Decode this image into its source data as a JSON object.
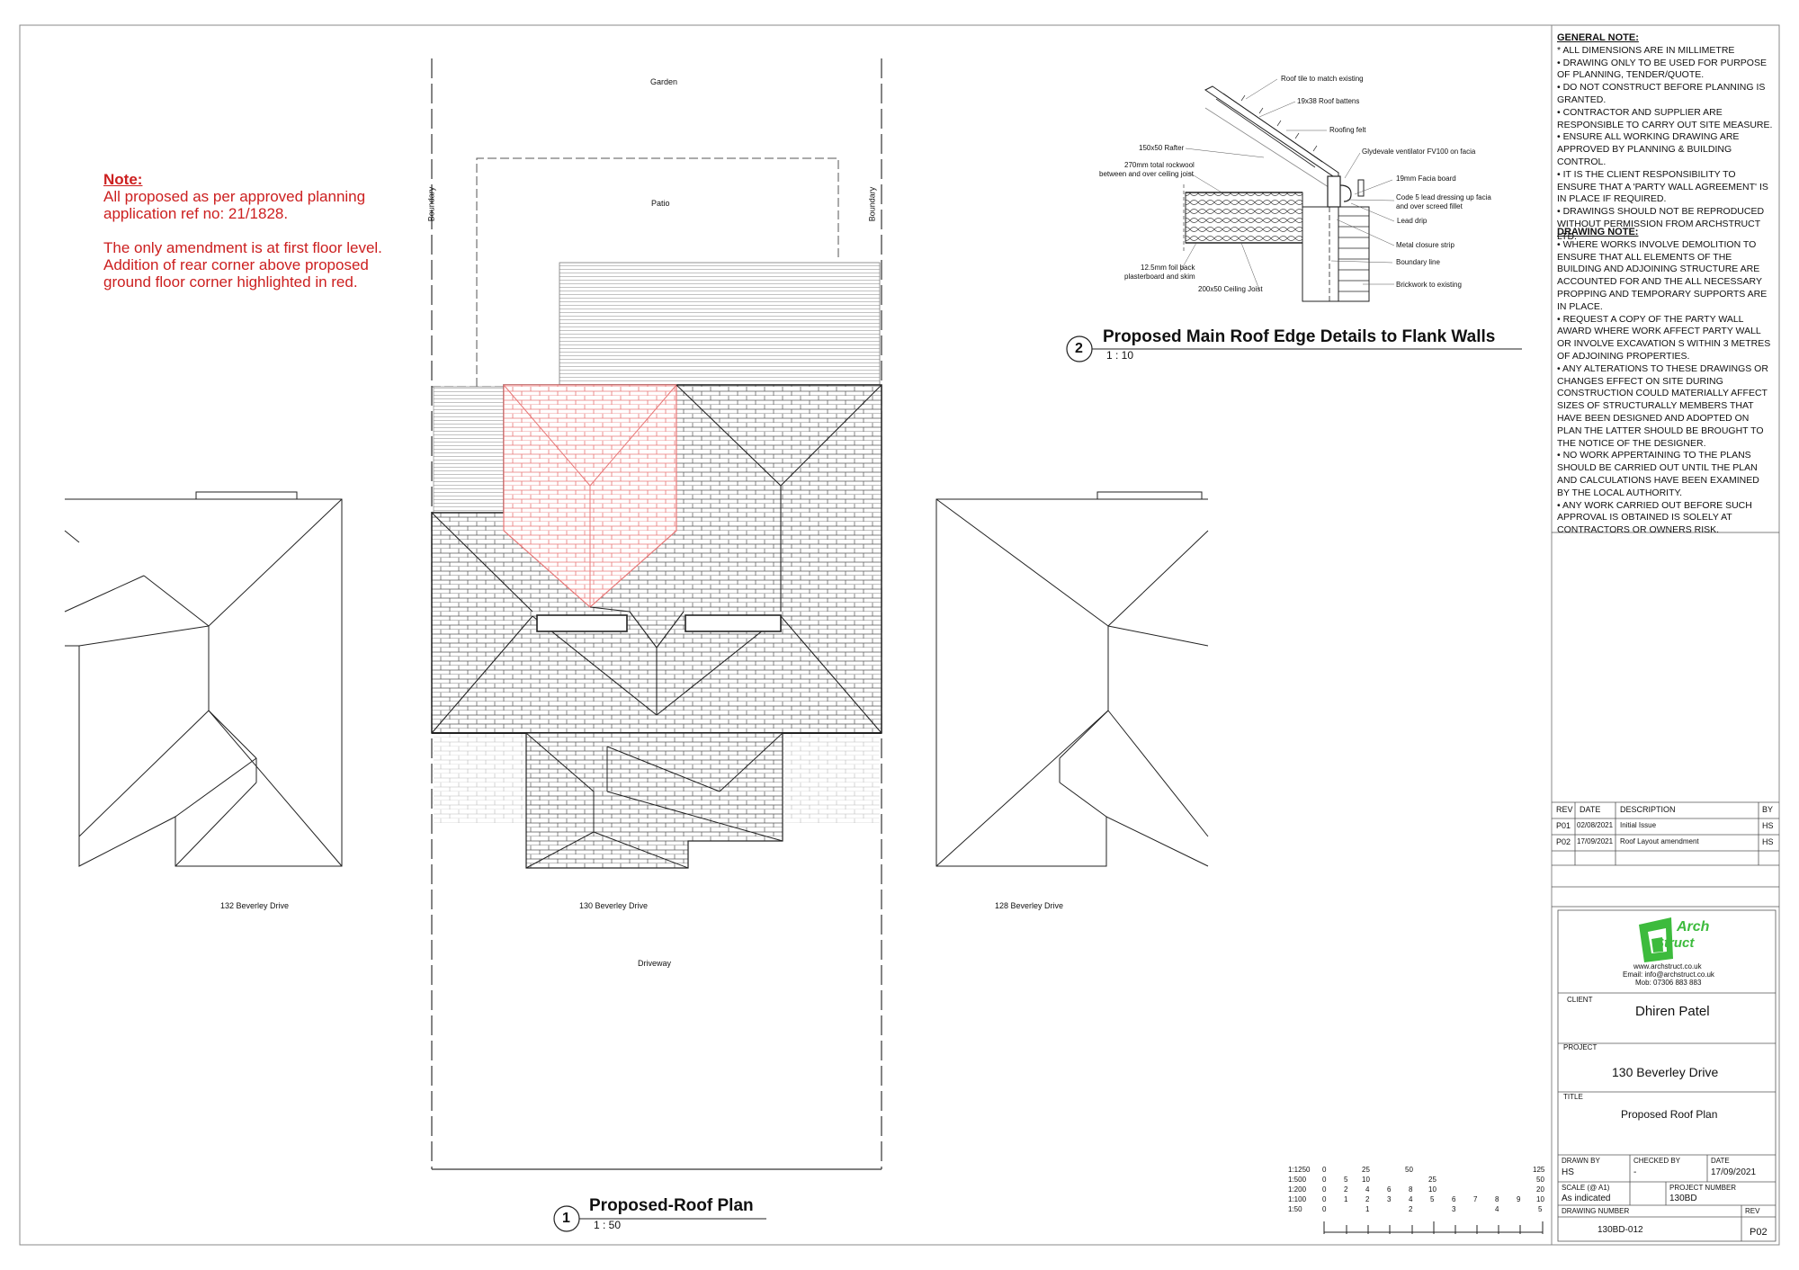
{
  "note": {
    "heading": "Note:",
    "line1": "All proposed as per approved planning application ref no: 21/1828.",
    "line2": "The only amendment is at first floor level. Addition of rear corner above proposed ground floor corner highlighted in red."
  },
  "plan": {
    "labels": {
      "garden": "Garden",
      "patio": "Patio",
      "boundary_left": "Boundary",
      "boundary_right": "Boundary",
      "driveway": "Driveway",
      "house_132": "132 Beverley Drive",
      "house_130": "130 Beverley Drive",
      "house_128": "128 Beverley Drive"
    },
    "view1": {
      "number": "1",
      "title": "Proposed-Roof Plan",
      "scale": "1 : 50"
    },
    "view2": {
      "number": "2",
      "title": "Proposed Main Roof Edge Details to Flank Walls",
      "scale": "1 : 10"
    }
  },
  "detail": {
    "labels": {
      "tile": "Roof tile to match existing",
      "battens": "19x38 Roof battens",
      "felt": "Roofing felt",
      "rafter": "150x50 Rafter",
      "rockwool1": "270mm total rockwool",
      "rockwool2": "between and over ceiling joist",
      "ventilator": "Glydevale ventilator FV100 on facia",
      "facia": "19mm Facia board",
      "lead1": "Code 5 lead dressing up facia",
      "lead2": "and over screed fillet",
      "leaddrip": "Lead drip",
      "closure": "Metal closure strip",
      "boundaryline": "Boundary line",
      "plaster1": "12.5mm foil back",
      "plaster2": "plasterboard and skim",
      "brickwork": "Brickwork to existing",
      "joist": "200x50 Ceiling Joist"
    }
  },
  "general_note": {
    "heading": "GENERAL NOTE:",
    "items": [
      "* ALL DIMENSIONS ARE IN MILLIMETRE",
      "• DRAWING ONLY TO BE USED FOR PURPOSE OF PLANNING, TENDER/QUOTE.",
      "• DO NOT CONSTRUCT BEFORE PLANNING IS GRANTED.",
      "• CONTRACTOR AND SUPPLIER ARE RESPONSIBLE TO CARRY OUT SITE MEASURE.",
      "• ENSURE ALL WORKING DRAWING ARE APPROVED BY PLANNING & BUILDING CONTROL.",
      "• IT IS THE CLIENT RESPONSIBILITY TO ENSURE THAT A 'PARTY WALL AGREEMENT' IS IN PLACE IF REQUIRED.",
      "• DRAWINGS SHOULD NOT BE REPRODUCED WITHOUT PERMISSION FROM ARCHSTRUCT LTD."
    ]
  },
  "drawing_note": {
    "heading": "DRAWING NOTE:",
    "items": [
      "• WHERE WORKS INVOLVE DEMOLITION TO ENSURE THAT ALL ELEMENTS OF THE BUILDING AND ADJOINING STRUCTURE ARE ACCOUNTED FOR AND THE ALL NECESSARY PROPPING AND TEMPORARY SUPPORTS ARE IN PLACE.",
      "• REQUEST A COPY OF THE PARTY WALL AWARD WHERE WORK AFFECT PARTY WALL OR INVOLVE EXCAVATION S WITHIN 3 METRES OF ADJOINING PROPERTIES.",
      "• ANY ALTERATIONS TO THESE DRAWINGS OR CHANGES EFFECT ON SITE DURING CONSTRUCTION COULD MATERIALLY AFFECT SIZES OF STRUCTURALLY MEMBERS THAT HAVE BEEN DESIGNED AND ADOPTED ON PLAN THE LATTER SHOULD BE BROUGHT TO THE NOTICE OF THE DESIGNER.",
      "• NO WORK APPERTAINING TO THE PLANS SHOULD BE CARRIED OUT UNTIL THE PLAN AND CALCULATIONS HAVE BEEN EXAMINED BY THE LOCAL AUTHORITY.",
      "• ANY WORK CARRIED OUT BEFORE SUCH APPROVAL IS OBTAINED IS SOLELY AT CONTRACTORS OR OWNERS RISK."
    ]
  },
  "revisions": {
    "headers": [
      "REV",
      "DATE",
      "DESCRIPTION",
      "BY"
    ],
    "rows": [
      [
        "P01",
        "02/08/2021",
        "Initial Issue",
        "HS"
      ],
      [
        "P02",
        "17/09/2021",
        "Roof Layout amendment",
        "HS"
      ]
    ]
  },
  "company": {
    "name_line1": "Arch",
    "name_line2": "Struct",
    "website": "www.archstruct.co.uk",
    "email": "Email: info@archstruct.co.uk",
    "mobile": "Mob: 07306 883 883",
    "logo_color": "#3dbb3d"
  },
  "title_block": {
    "client_label": "CLIENT",
    "client": "Dhiren Patel",
    "project_label": "PROJECT",
    "project": "130 Beverley Drive",
    "title_label": "TITLE",
    "title": "Proposed Roof Plan",
    "drawn_by_label": "DRAWN BY",
    "drawn_by": "HS",
    "checked_by_label": "CHECKED BY",
    "checked_by": "-",
    "date_label": "DATE",
    "date": "17/09/2021",
    "scale_label": "SCALE (@ A1)",
    "scale": "As indicated",
    "project_number_label": "PROJECT NUMBER",
    "project_number": "130BD",
    "drawing_number_label": "DRAWING NUMBER",
    "drawing_number": "130BD-012",
    "rev_label": "REV",
    "rev": "P02"
  },
  "scale_bar": {
    "scales": [
      "1:1250",
      "1:500",
      "1:200",
      "1:100",
      "1:50"
    ],
    "row1": [
      "0",
      "25",
      "50",
      "125"
    ],
    "row2": [
      "0",
      "5",
      "10",
      "25",
      "50"
    ],
    "row3": [
      "0",
      "2",
      "4",
      "6",
      "8",
      "10",
      "20"
    ],
    "row4": [
      "0",
      "1",
      "2",
      "3",
      "4",
      "5",
      "6",
      "7",
      "8",
      "9",
      "10"
    ],
    "row5": [
      "0",
      "1",
      "2",
      "3",
      "4",
      "5"
    ]
  },
  "colors": {
    "highlight": "#e87777",
    "note_text": "#cc1f1f"
  }
}
